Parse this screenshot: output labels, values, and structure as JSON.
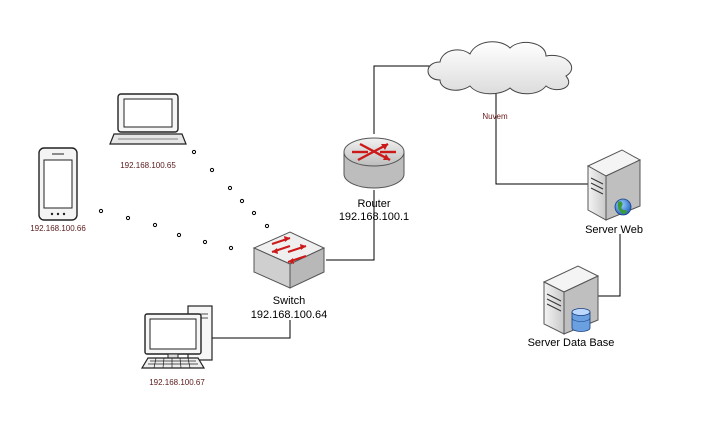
{
  "nodes": {
    "laptop": {
      "ip": "192.168.100.65"
    },
    "phone": {
      "ip": "192.168.100.66"
    },
    "desktop": {
      "ip": "192.168.100.67"
    },
    "switch": {
      "name": "Switch",
      "ip": "192.168.100.64"
    },
    "router": {
      "name": "Router",
      "ip": "192.168.100.1"
    },
    "cloud": {
      "name": "Nuvem"
    },
    "server_web": {
      "name": "Server Web"
    },
    "server_db": {
      "name": "Server Data Base"
    }
  },
  "colors": {
    "line": "#000000",
    "device_fill": "#e8e8e8",
    "device_stroke": "#555555",
    "arrow_red": "#cc1a1a",
    "globe_blue": "#2f6fd6",
    "globe_green": "#3a9a3a",
    "db_blue": "#6aa0e0"
  }
}
